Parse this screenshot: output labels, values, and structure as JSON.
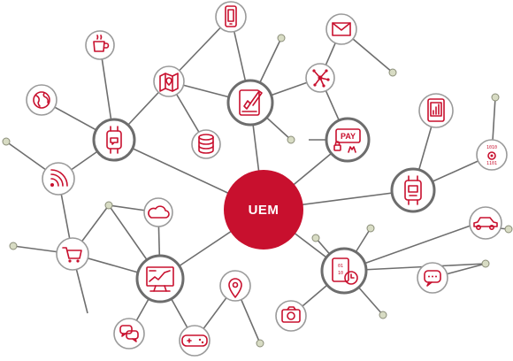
{
  "diagram": {
    "center_label": "UEM",
    "pay_label": "PAY",
    "binary_top": "01",
    "binary_bottom": "10",
    "binary_line_1": "1010",
    "binary_line_2": "1101",
    "colors": {
      "accent": "#c8102e",
      "line": "#6e6e6e",
      "ring": "#9a9a9a",
      "dot": "#d8dcc4"
    },
    "icons": [
      "smartwatch-icon",
      "tablet-pen-icon",
      "pay-terminal-icon",
      "smartwatch-right-icon",
      "binary-clock-icon",
      "monitor-chart-icon",
      "shopping-cart-icon",
      "rss-feed-icon",
      "globe-icon",
      "coffee-cup-icon",
      "map-pin-icon",
      "smartphone-icon",
      "envelope-icon",
      "network-hub-icon",
      "database-icon",
      "tablet-chart-icon",
      "binary-security-icon",
      "car-icon",
      "chat-bubble-icon",
      "camera-icon",
      "location-pin-icon",
      "game-controller-icon",
      "chat-bubbles-icon",
      "cloud-icon"
    ]
  }
}
